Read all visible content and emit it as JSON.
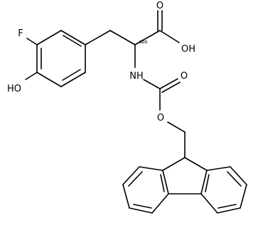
{
  "molecule": {
    "atoms": {
      "fluorine": "F",
      "hydroxyl_phenol": "HO",
      "carbonyl_oxygen_acid": "O",
      "hydroxyl_acid": "OH",
      "amine": "NH",
      "carbonyl_oxygen_carbamate": "O",
      "ester_oxygen": "O"
    },
    "stereo_annotation": "abs"
  }
}
